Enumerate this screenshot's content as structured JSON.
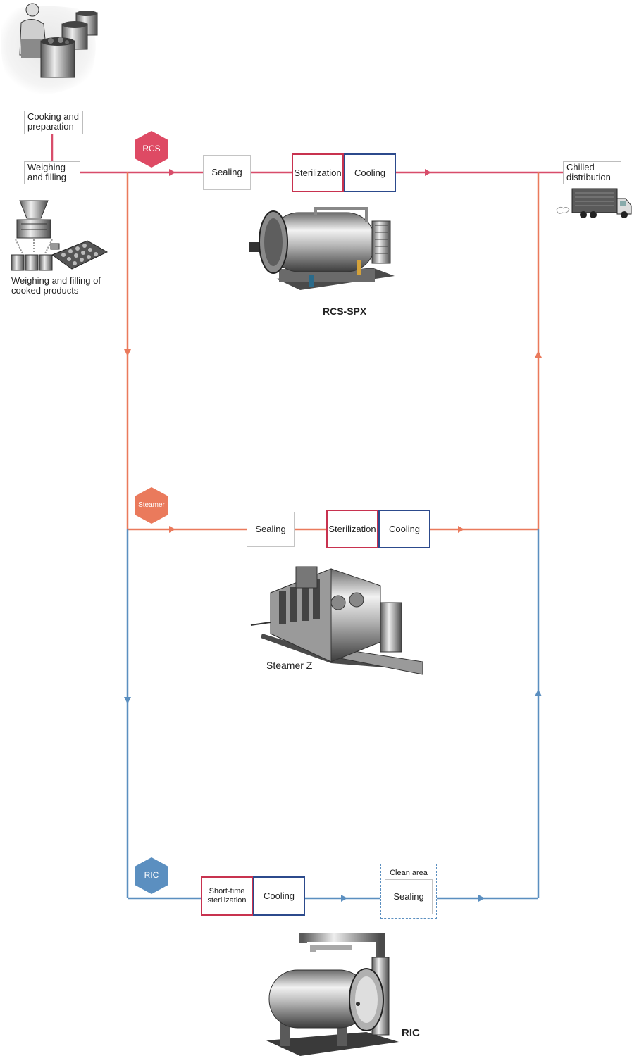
{
  "labels": {
    "cooking": "Cooking and\npreparation",
    "weighing": "Weighing\nand filling",
    "weighing_caption": "Weighing and filling of\ncooked products",
    "chilled": "Chilled\ndistribution"
  },
  "rcs": {
    "badge": "RCS",
    "sealing": "Sealing",
    "sterilization": "Sterilization",
    "cooling": "Cooling",
    "machine": "RCS-SPX"
  },
  "steamer": {
    "badge": "Steamer",
    "sealing": "Sealing",
    "sterilization": "Sterilization",
    "cooling": "Cooling",
    "machine": "Steamer Z"
  },
  "ric": {
    "badge": "RIC",
    "sterilization": "Short-time\nsterilization",
    "cooling": "Cooling",
    "clean_area": "Clean area",
    "sealing": "Sealing",
    "machine": "RIC"
  },
  "colors": {
    "rcs_line": "#d84d6a",
    "steamer_line": "#ea7a5c",
    "ric_line": "#5b8fc0",
    "sterilization_border": "#c8324f",
    "cooling_border": "#2c4a8c"
  }
}
